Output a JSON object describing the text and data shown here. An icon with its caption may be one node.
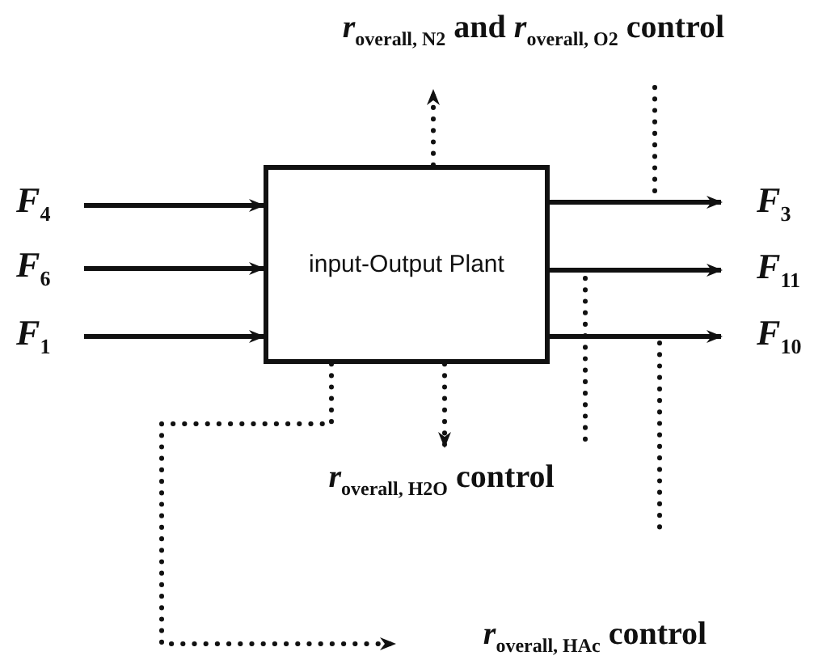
{
  "diagram": {
    "nodes": [
      {
        "text": [
          "input-Output Plant"
        ]
      },
      {
        "text": [
          "F$_{4}$"
        ]
      },
      {
        "text": [
          "F$_{6}$"
        ]
      },
      {
        "text": [
          "F$_{1}$"
        ]
      },
      {
        "text": [
          "F$_{3}$"
        ]
      },
      {
        "text": [
          "F$_{11}$"
        ]
      },
      {
        "text": [
          "F$_{10}$"
        ]
      },
      {
        "text": [
          "*r*$_{overall, N2}$ and *r*$_{overall, O2}$ control"
        ]
      },
      {
        "text": [
          "*r*$_{overall, H2O}$ control"
        ]
      },
      {
        "text": [
          "*r*$_{overall, HAc}$ control"
        ]
      }
    ],
    "edges": [
      {
        "from": 1,
        "to": 0,
        "arrow": "to"
      },
      {
        "from": 2,
        "to": 0,
        "arrow": "to"
      },
      {
        "from": 3,
        "to": 0,
        "arrow": "to"
      },
      {
        "from": 0,
        "to": 4,
        "arrow": "to"
      },
      {
        "from": 0,
        "to": 5,
        "arrow": "to"
      },
      {
        "from": 0,
        "to": 6,
        "arrow": "to"
      },
      {
        "from": 0,
        "to": 7,
        "arrow": "to",
        "style": "dashed"
      },
      {
        "from": 0,
        "to": 8,
        "arrow": "to",
        "style": "dashed"
      },
      {
        "from": 0,
        "to": 9,
        "arrow": "to",
        "style": "dashed"
      },
      {
        "from": 7,
        "to": null,
        "arrow": "none",
        "style": "dashed"
      }
    ]
  }
}
